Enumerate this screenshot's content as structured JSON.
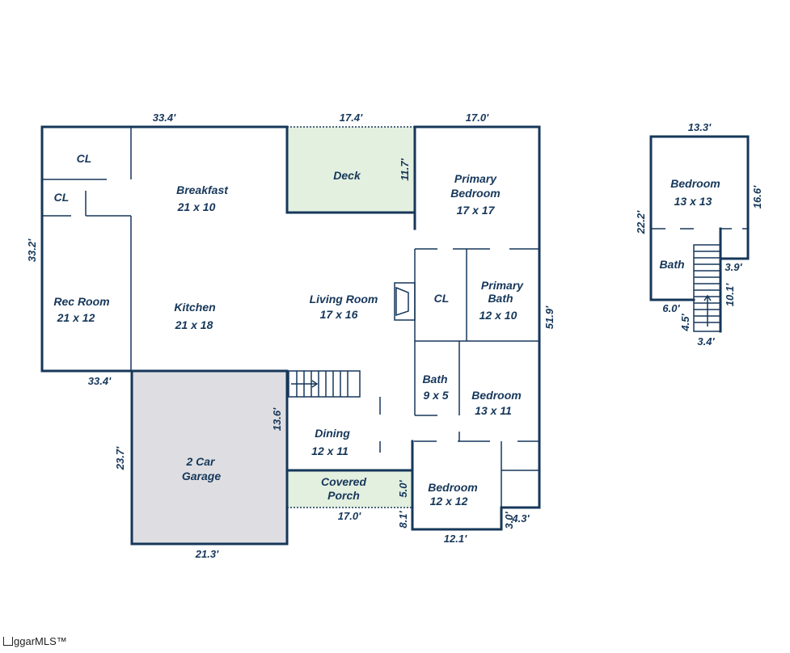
{
  "main_floor": {
    "rooms": {
      "cl1": "CL",
      "cl2": "CL",
      "breakfast_name": "Breakfast",
      "breakfast_size": "21 x 10",
      "deck": "Deck",
      "primary_bedroom_l1": "Primary",
      "primary_bedroom_l2": "Bedroom",
      "primary_bedroom_size": "17 x 17",
      "rec_room_name": "Rec Room",
      "rec_room_size": "21 x 12",
      "kitchen_name": "Kitchen",
      "kitchen_size": "21 x 18",
      "living_room_name": "Living Room",
      "living_room_size": "17 x 16",
      "cl3": "CL",
      "primary_bath_l1": "Primary",
      "primary_bath_l2": "Bath",
      "primary_bath_size": "12 x 10",
      "bath_name": "Bath",
      "bath_size": "9 x 5",
      "bedroom2_name": "Bedroom",
      "bedroom2_size": "13 x 11",
      "garage_l1": "2 Car",
      "garage_l2": "Garage",
      "dining_name": "Dining",
      "dining_size": "12 x 11",
      "porch_l1": "Covered",
      "porch_l2": "Porch",
      "bedroom3_name": "Bedroom",
      "bedroom3_size": "12 x 12"
    },
    "dimensions": {
      "top_left": "33.4'",
      "top_deck": "17.4'",
      "top_right": "17.0'",
      "deck_right": "11.7'",
      "left_side": "33.2'",
      "rec_bottom": "33.4'",
      "right_side": "51.9'",
      "garage_left": "23.7'",
      "garage_right": "13.6'",
      "garage_bottom": "21.3'",
      "porch_right": "5.0'",
      "porch_bottom": "17.0'",
      "bedroom3_left": "8.1'",
      "bedroom3_bottom": "12.1'",
      "corner_a": "3.0'",
      "corner_b": "4.3'"
    }
  },
  "upper_floor": {
    "rooms": {
      "bedroom_name": "Bedroom",
      "bedroom_size": "13 x 13",
      "bath_name": "Bath"
    },
    "dimensions": {
      "top": "13.3'",
      "left": "22.2'",
      "right": "16.6'",
      "step_right": "3.9'",
      "stair_right": "10.1'",
      "bottom_left": "6.0'",
      "stair_left": "4.5'",
      "stair_bottom": "3.4'"
    }
  },
  "logo": {
    "text": "ggarMLS™"
  },
  "colors": {
    "wall": "#16375a",
    "deck_fill": "#e3efdf",
    "garage_fill": "#dedee2"
  }
}
